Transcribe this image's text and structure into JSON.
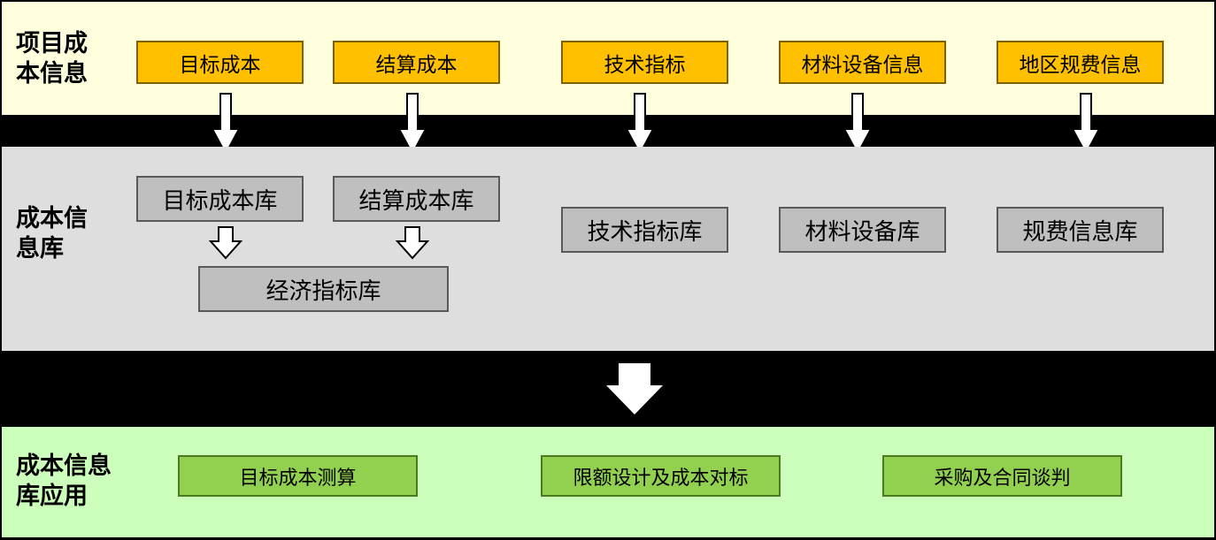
{
  "project_info": {
    "label": "项目成\n本信息",
    "items": [
      "目标成本",
      "结算成本",
      "技术指标",
      "材料设备信息",
      "地区规费信息"
    ]
  },
  "cost_library": {
    "label": "成本信\n息库",
    "items": [
      "目标成本库",
      "结算成本库",
      "技术指标库",
      "材料设备库",
      "规费信息库"
    ],
    "combined": "经济指标库"
  },
  "application": {
    "label": "成本信息\n库应用",
    "items": [
      "目标成本测算",
      "限额设计及成本对标",
      "采购及合同谈判"
    ]
  },
  "colors": {
    "top_band": "#FFFFDD",
    "mid_band": "#DEDEDE",
    "bottom_band": "#CCFFBB",
    "yellow_box": "#FFC000",
    "gray_box": "#BFBFBF",
    "green_box": "#92D050",
    "separator": "#000000"
  }
}
